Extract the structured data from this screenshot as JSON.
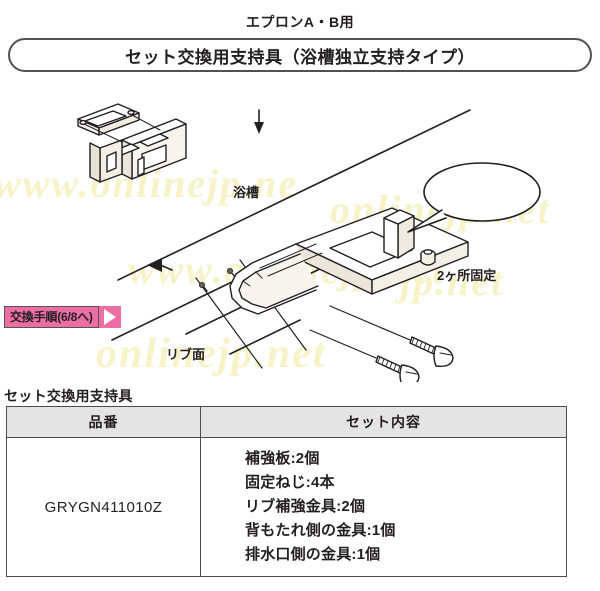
{
  "header": {
    "apron_subtitle": "エプロンA・B用",
    "title": "セット交換用支持具（浴槽独立支持タイプ）"
  },
  "diagram": {
    "labels": {
      "bathtub": "浴槽",
      "rib_surface": "リブ面",
      "fixing_callout": "2ヶ所固定"
    },
    "icons": {
      "bathtub_arrow": "arrow-down-icon",
      "rib_arrow": "arrow-left-icon",
      "callout": "speech-bubble-icon",
      "bracket_left": "support-bracket-isometric-icon",
      "plate_left": "reinforcement-plate-icon",
      "bracket_right": "drain-side-bracket-icon",
      "screws": "screw-icon"
    }
  },
  "procedure_button": {
    "label": "交換手順(6/8へ)",
    "arrow_icon": "triangle-right-icon",
    "color": "#eb6ea5"
  },
  "table": {
    "caption": "セット交換用支持具",
    "headers": [
      "品番",
      "セット内容"
    ],
    "rows": [
      {
        "part_number": "GRYGN411010Z",
        "contents": [
          "補強板:2個",
          "固定ねじ:4本",
          "リブ補強金具:2個",
          "背もたれ側の金具:1個",
          "排水口側の金具:1個"
        ]
      }
    ]
  },
  "watermark": {
    "text_a": "www.onlinejp.ne",
    "text_b": "www.onlinejp.net",
    "text_c": "onlinejp.net",
    "text_d": "www.onlinejp.net",
    "text_e": "onlinejp.net",
    "text_f": "jp.net",
    "text_g": "www.onlinejp.net",
    "color": "#f7f2c8"
  }
}
